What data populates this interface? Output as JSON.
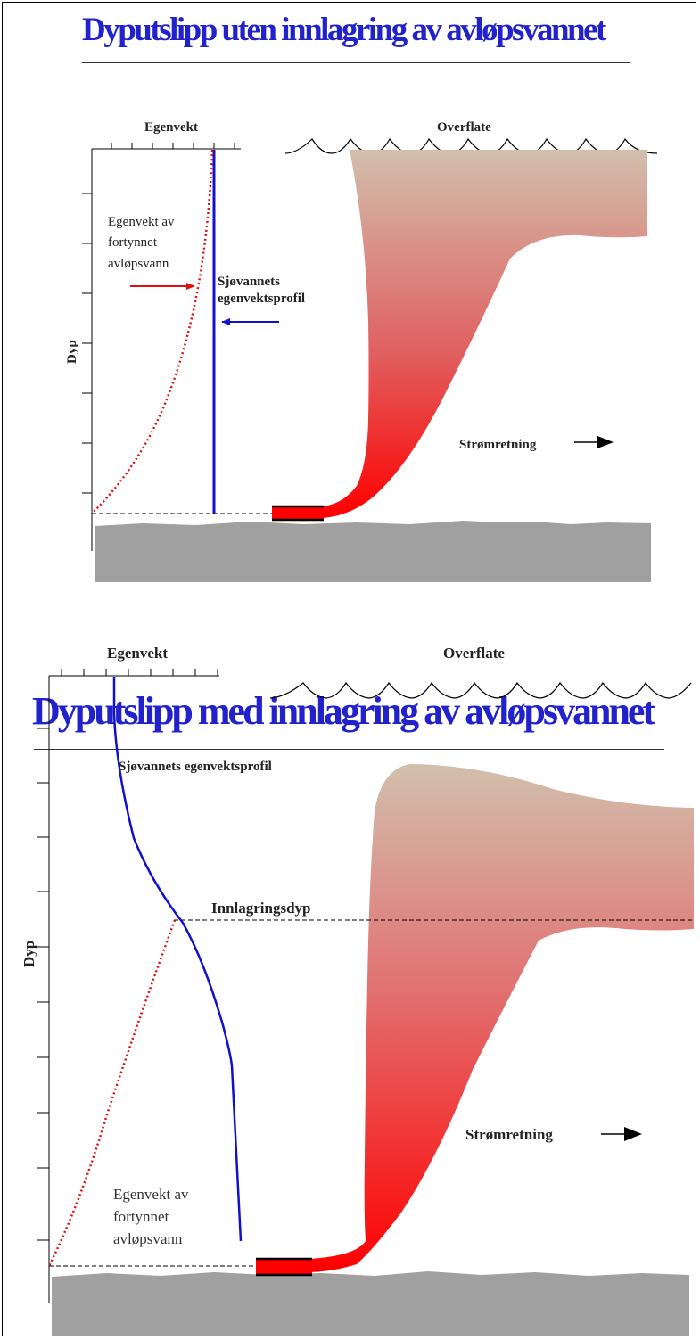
{
  "colors": {
    "title": "#2222cc",
    "seawater_profile": "#1111cc",
    "effluent_profile": "#dd1111",
    "plume_top": "#d2bfad",
    "plume_bottom": "#ff0000",
    "seabed": "#a0a0a0"
  },
  "panel_top": {
    "title": "Dyputslipp uten innlagring av avløpsvannet",
    "x_axis_label": "Egenvekt",
    "y_axis_label": "Dyp",
    "surface_label": "Overflate",
    "effluent_label": [
      "Egenvekt av",
      "fortynnet",
      "avløpsvann"
    ],
    "seawater_label": [
      "Sjøvannets",
      "egenvektsprofil"
    ],
    "current_label": "Strømretning"
  },
  "panel_bottom": {
    "title": "Dyputslipp med innlagring av avløpsvannet",
    "x_axis_label": "Egenvekt",
    "y_axis_label": "Dyp",
    "surface_label": "Overflate",
    "seawater_label": "Sjøvannets egenvektsprofil",
    "trapping_label": "Innlagringsdyp",
    "effluent_label": [
      "Egenvekt av",
      "fortynnet",
      "avløpsvann"
    ],
    "current_label": "Strømretning"
  }
}
